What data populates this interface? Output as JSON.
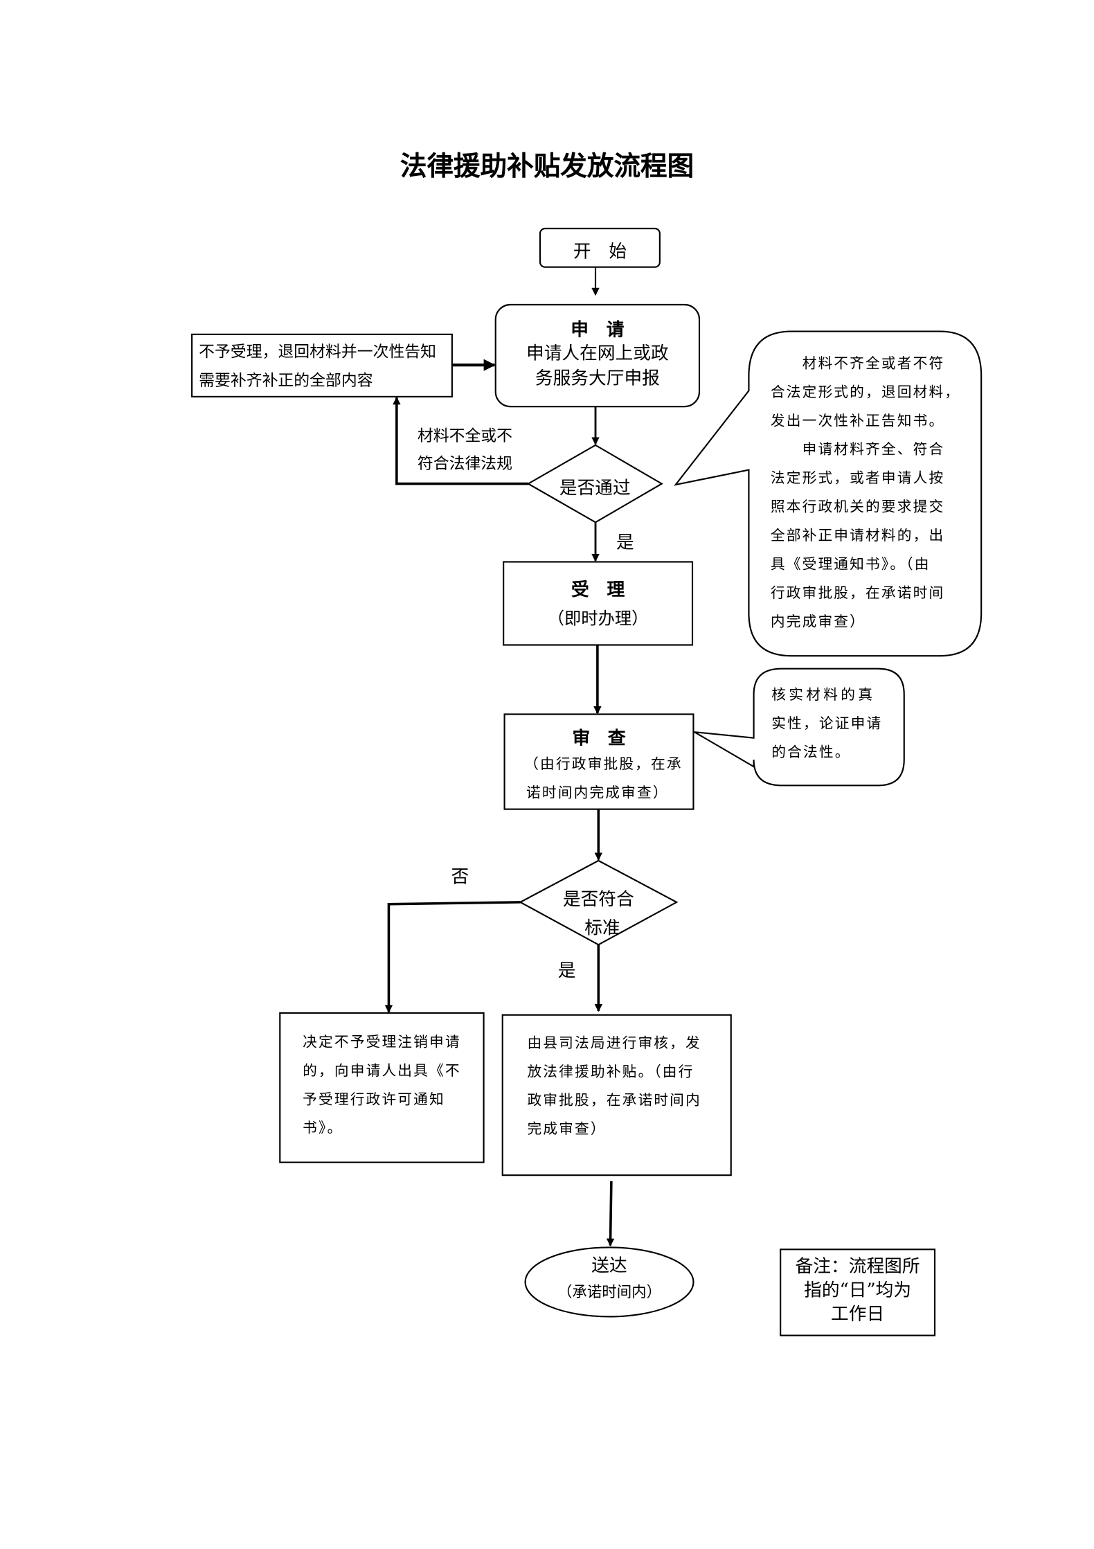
{
  "title": "法律援助补贴发放流程图",
  "nodes": {
    "start": "开　始",
    "apply_title": "申　请",
    "apply_l1": "申请人在网上或政",
    "apply_l2": "务服务大厅申报",
    "reject_l1": "不予受理，退回材料并一次性告知",
    "reject_l2": "需要补齐补正的全部内容",
    "decision1": "是否通过",
    "decision1_no_l1": "材料不全或不",
    "decision1_no_l2": "符合法律法规",
    "decision1_yes": "是",
    "accept_title": "受　理",
    "accept_sub": "（即时办理）",
    "review_title": "审　查",
    "review_l1": "（由行政审批股，在承",
    "review_l2": "诺时间内完成审查）",
    "decision2_l1": "是否符合",
    "decision2_l2": "标准",
    "decision2_no": "否",
    "decision2_yes": "是",
    "deny_lines": [
      "决定不予受理注销申请",
      "的，向申请人出具《不",
      "予受理行政许可通知",
      "书》。"
    ],
    "grant_lines": [
      "由县司法局进行审核，发",
      "放法律援助补贴。（由行",
      "政审批股，在承诺时间内",
      "完成审查）"
    ],
    "deliver": "送达",
    "deliver_sub": "（承诺时间内）"
  },
  "callouts": {
    "big": [
      "　　材料不齐全或者不符",
      "合法定形式的，退回材料，",
      "发出一次性补正告知书。",
      "　　申请材料齐全、符合",
      "法定形式，或者申请人按",
      "照本行政机关的要求提交",
      "全部补正申请材料的，出",
      "具《受理通知书》。（由",
      "行政审批股，在承诺时间",
      "内完成审查）"
    ],
    "small": [
      "核实材料的真",
      "实性，论证申请",
      "的合法性。"
    ]
  },
  "note": [
    "备注：流程图所",
    "指的“日”均为",
    "工作日"
  ]
}
